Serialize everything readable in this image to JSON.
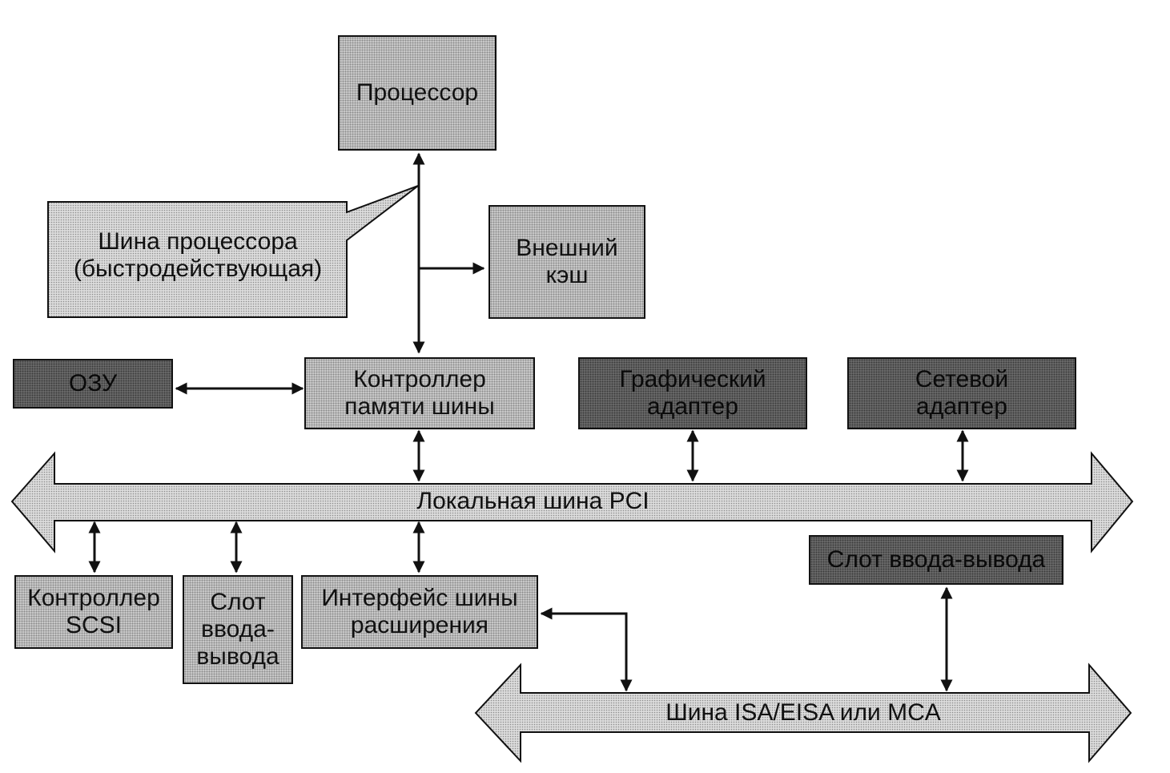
{
  "nodes": {
    "processor": "Процессор",
    "processor_bus": "Шина процессора\n(быстродействующая)",
    "external_cache": "Внешний\nкэш",
    "ram": "ОЗУ",
    "memory_controller": "Контроллер\nпамяти шины",
    "graphics_adapter": "Графический\nадаптер",
    "network_adapter": "Сетевой\nадаптер",
    "scsi_controller": "Контроллер\nSCSI",
    "io_slot_pci": "Слот\nввода-\nвывода",
    "expansion_bus_interface": "Интерфейс шины\nрасширения",
    "io_slot_isa": "Слот ввода-вывода"
  },
  "buses": {
    "pci_bus": "Локальная шина PCI",
    "isa_bus": "Шина ISA/EISA или MCA"
  },
  "colors": {
    "light_fill": "#c9c9c9",
    "dark_fill": "#6d6d6d",
    "line": "#111111"
  }
}
